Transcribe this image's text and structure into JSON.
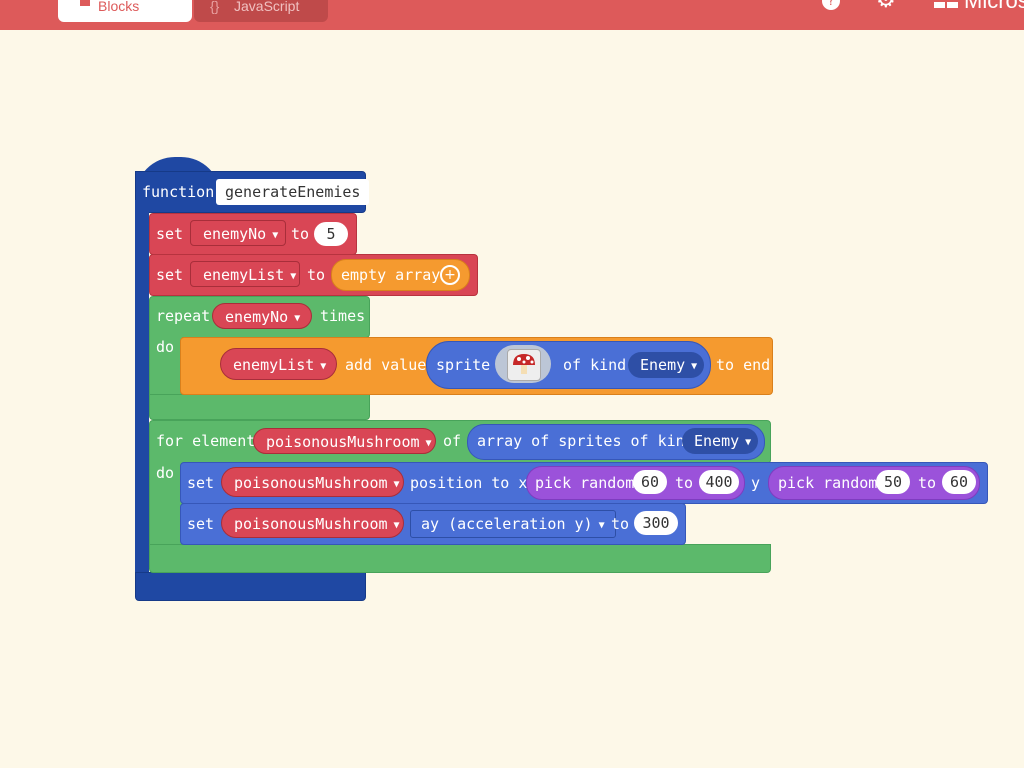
{
  "header": {
    "tabs": [
      {
        "label": "Blocks",
        "icon": "blocks-icon"
      },
      {
        "label": "JavaScript",
        "icon": "code-braces-icon"
      }
    ],
    "help_icon": "?",
    "settings_icon": "⚙",
    "brand": "Micros"
  },
  "colors": {
    "header": "#dd5a5a",
    "canvas": "#fdf8e8",
    "function_block": "#1f48a3",
    "variables": "#d94655",
    "loops": "#5cb96b",
    "arrays": "#f59a2f",
    "sprites": "#4a6fd6",
    "math": "#9b52da"
  },
  "blocks": {
    "function": {
      "keyword": "function",
      "name": "generateEnemies"
    },
    "set1": {
      "keyword": "set",
      "variable": "enemyNo",
      "to": "to",
      "value": "5"
    },
    "set2": {
      "keyword": "set",
      "variable": "enemyList",
      "to": "to",
      "value": "empty array",
      "add_icon": "plus-circle-icon"
    },
    "repeat": {
      "keyword": "repeat",
      "variable": "enemyNo",
      "times": "times",
      "do": "do"
    },
    "add_value": {
      "variable": "enemyList",
      "action": "add value",
      "sprite": "sprite",
      "sprite_image": "mushroom-sprite",
      "of_kind": "of kind",
      "kind": "Enemy",
      "to_end": "to end"
    },
    "for_element": {
      "keyword": "for element",
      "variable": "poisonousMushroom",
      "of": "of",
      "array": "array of sprites of kind",
      "kind": "Enemy",
      "do": "do"
    },
    "set_position": {
      "keyword": "set",
      "variable": "poisonousMushroom",
      "action": "position to x",
      "pick1": "pick random",
      "min1": "60",
      "to1": "to",
      "max1": "400",
      "y": "y",
      "pick2": "pick random",
      "min2": "50",
      "to2": "to",
      "max2": "60"
    },
    "set_ay": {
      "keyword": "set",
      "variable": "poisonousMushroom",
      "property": "ay (acceleration y)",
      "to": "to",
      "value": "300"
    }
  }
}
